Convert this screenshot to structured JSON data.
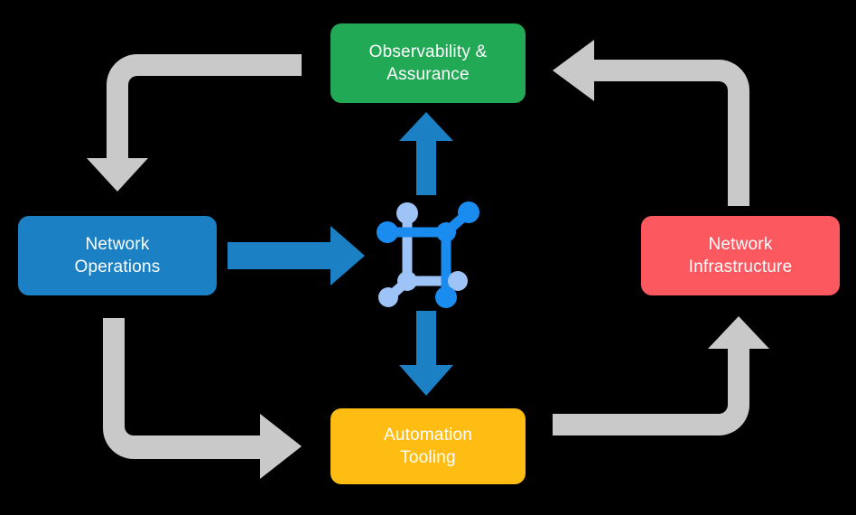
{
  "diagram": {
    "title": "Network operations lifecycle loop",
    "background_color": "#000000",
    "center": {
      "icon_name": "network-topology-icon",
      "node_color_dark": "#1a8cf0",
      "node_color_light": "#9ec3f7"
    },
    "nodes": [
      {
        "id": "observability",
        "label": "Observability &\nAssurance",
        "color": "#22a956",
        "text_color": "#ffffff",
        "position": "top"
      },
      {
        "id": "operations",
        "label": "Network\nOperations",
        "color": "#1b81c4",
        "text_color": "#ffffff",
        "position": "left"
      },
      {
        "id": "infrastructure",
        "label": "Network\nInfrastructure",
        "color": "#fb5860",
        "text_color": "#ffffff",
        "position": "right"
      },
      {
        "id": "automation",
        "label": "Automation\nTooling",
        "color": "#ffbd14",
        "text_color": "#ffffff",
        "position": "bottom"
      }
    ],
    "flow_arrows": [
      {
        "id": "observability-to-operations",
        "from": "observability",
        "to": "operations",
        "color": "#c9c9c9",
        "shape": "elbow",
        "direction": "down"
      },
      {
        "id": "infrastructure-to-observability",
        "from": "infrastructure",
        "to": "observability",
        "color": "#c9c9c9",
        "shape": "elbow",
        "direction": "left"
      },
      {
        "id": "operations-to-automation",
        "from": "operations",
        "to": "automation",
        "color": "#c9c9c9",
        "shape": "elbow",
        "direction": "right"
      },
      {
        "id": "automation-to-infrastructure",
        "from": "automation",
        "to": "infrastructure",
        "color": "#c9c9c9",
        "shape": "elbow",
        "direction": "up"
      }
    ],
    "center_arrows": [
      {
        "id": "center-arrow-up",
        "to": "observability",
        "color": "#1b81c4",
        "direction": "up"
      },
      {
        "id": "center-arrow-right",
        "from": "operations",
        "color": "#1b81c4",
        "direction": "right"
      },
      {
        "id": "center-arrow-down",
        "to": "automation",
        "color": "#1b81c4",
        "direction": "down"
      }
    ]
  }
}
